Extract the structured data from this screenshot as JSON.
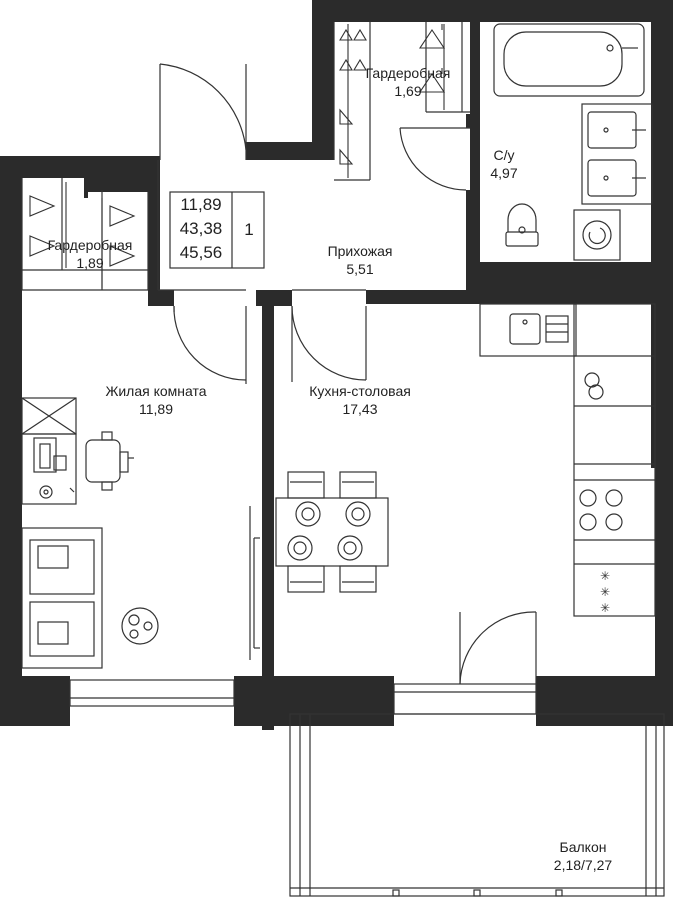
{
  "summary": {
    "living_area": "11,89",
    "area_no_balcony": "43,38",
    "total_area": "45,56",
    "rooms": "1"
  },
  "rooms": {
    "wardrobe_top": {
      "name": "Гардеробная",
      "area": "1,69"
    },
    "bathroom": {
      "name": "С/у",
      "area": "4,97"
    },
    "wardrobe_left": {
      "name": "Гардеробная",
      "area": "1,89"
    },
    "hallway": {
      "name": "Прихожая",
      "area": "5,51"
    },
    "living_room": {
      "name": "Жилая комната",
      "area": "11,89"
    },
    "kitchen": {
      "name": "Кухня-столовая",
      "area": "17,43"
    },
    "balcony": {
      "name": "Балкон",
      "area": "2,18/7,27"
    }
  },
  "colors": {
    "wall": "#2b2b2b",
    "line": "#333333",
    "background": "#ffffff"
  }
}
